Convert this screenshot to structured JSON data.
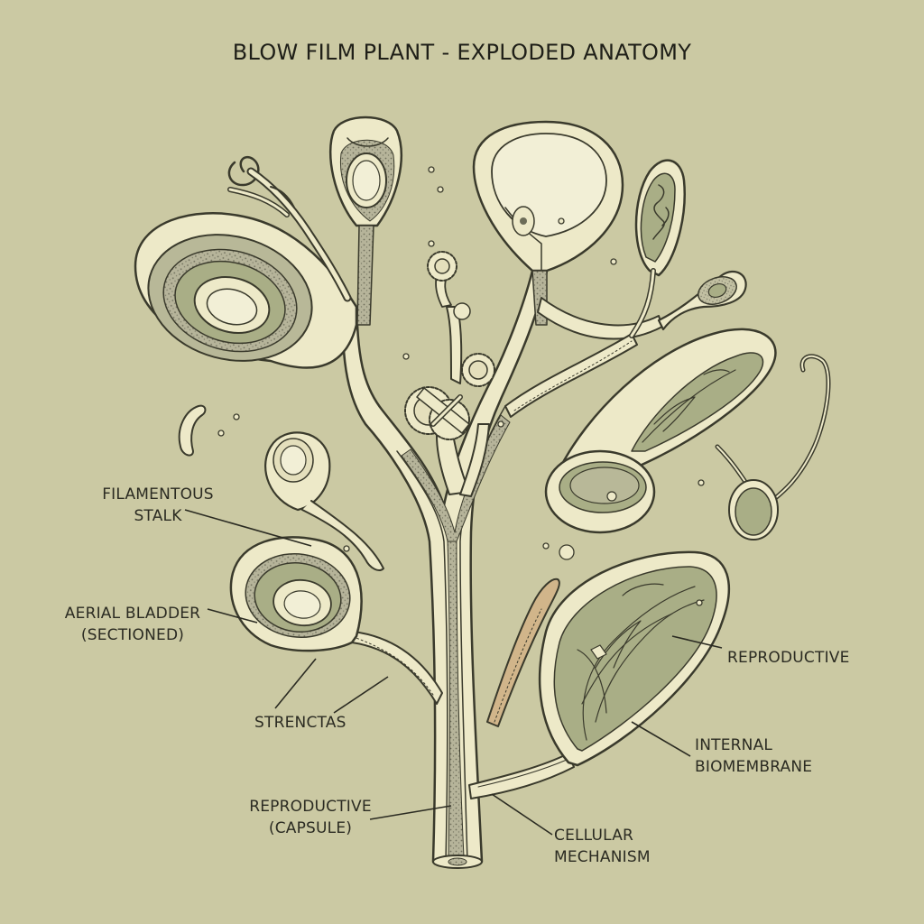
{
  "title": "BLOW FILM PLANT - EXPLODED ANATOMY",
  "labels": {
    "filamentous_stalk": [
      "FILAMENTOUS",
      "STALK"
    ],
    "aerial_bladder": [
      "AERIAL BLADDER",
      "(SECTIONED)"
    ],
    "strenctas": [
      "STRENCTAS"
    ],
    "reproductive_capsule": [
      "REPRODUCTIVE",
      "(CAPSULE)"
    ],
    "cellular_mechanism": [
      "CELLULAR",
      "MECHANISM"
    ],
    "reproductive": [
      "REPRODUCTIVE"
    ],
    "internal_biomembrane": [
      "INTERNAL",
      "BIOMEMBRANE"
    ]
  },
  "colors": {
    "background": "#cbc9a3",
    "ink": "#3a3a2c",
    "pale_fill": "#ede9c8",
    "green_fill": "#a9ae86",
    "dark_green": "#8c9370",
    "speckle": "#8a8a74",
    "tan_accent": "#d1b58a"
  }
}
